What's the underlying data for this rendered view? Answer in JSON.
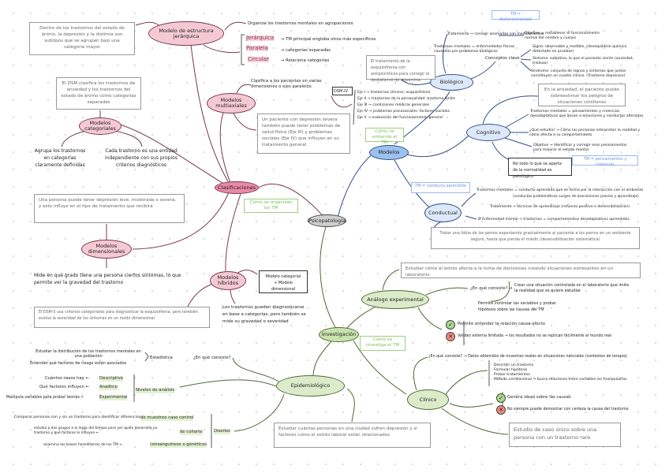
{
  "colors": {
    "classification": "#e98aa7",
    "models": "#9cc0ef",
    "research": "#c8e3ad",
    "root": "#cfcfcf"
  },
  "nodes": {
    "root": "Psicopatología",
    "clasificaciones": "Clasificaciones",
    "jerarquica": "Modelo de estructura jerárquica",
    "multiaxiales": "Modelos multiaxiales",
    "categoriales": "Modelos categoriales",
    "dimensionales": "Modelos dimensionales",
    "hibridos": "Modelos híbridos",
    "modelos": "Modelos",
    "biologico": "Biológico",
    "cognitivo": "Cognitivo",
    "conductual": "Conductual",
    "investigacion": "Investigación",
    "analogo": "Análogo experimental",
    "epidemiologico": "Epidemiológico",
    "clinico": "Clínico"
  },
  "tags": {
    "organizan": "Cómo se organizan los TM",
    "entiende": "Cómo se entiende el TM",
    "investiga": "Cómo se investiga el TM",
    "disfuncionalidad": "TM = disfuncionalidad",
    "pensamientos": "TM = pensamientos y creencias",
    "conducta": "TM = conducta aprendida"
  },
  "boxes": {
    "jerarquica_ej": "Dentro de los trastornos del estado de ánimo, la depresión y la distimia son subtipos que se agrupan bajo una categoría mayor",
    "categorial_ej": "El DSM clasifica los trastornos de ansiedad y los trastornos del estado de ánimo como categorías separadas",
    "dimensional_ej": "Una persona puede tener depresión leve, moderada o severa, y esto influye en el tipo de tratamiento que recibirá",
    "hibrido_ej": "El DSM-5 usa criterios categoriales para diagnosticar la esquizofrenia, pero también evalúa la severidad de los síntomas en un modo dimensional",
    "multiaxial_ej": "Un paciente con depresión severa también puede tener problemas de salud física (Eje III) y problemas sociales (Eje IV) que influyen en su tratamiento general",
    "biologico_ej": "El tratamiento de la esquizofrenia con antipsicóticos para corregir el desbalance de dopamina",
    "cognitivo_ej": "En la ansiedad, el paciente puede sobreestimar los peligros de situaciones cotidianas",
    "normalidad": "No todo lo que se aparta de la normalidad es patológico",
    "conductual_ej": "Tratar una fobia de los perros exponiendo gradualmente al paciente a los perros en un ambiente seguro, hasta que pierda el miedo (desensibilización sistemática)",
    "analogo_ej": "Estudiar cómo el estrés afecta a la toma de decisiones creando situaciones estresantes en un laboratorio",
    "epidemio_ej": "Estudiar cuántas personas en una ciudad sufren depresión y si factores como el estrés laboral están relacionados",
    "clinico_ej": "Estudio de caso único sobre una persona con un trastorno raro",
    "hibrido_def": "Modelo categorial + Modelo dimensional",
    "dsm": "DSM-IV"
  },
  "texts": {
    "organiza": "Organiza los trastornos mentales en agrupaciones",
    "jer_label": "Jerárquica",
    "jer_desc": "→ TM principal engloba otros más específicos",
    "par_label": "Paralela",
    "par_desc": "→ categorías separadas",
    "cir_label": "Circular",
    "cir_desc": "→ Relaciona categorías",
    "clasifica": "Clasifica a los pacientes en varias dimensiones o ejes paralelos",
    "ejes": [
      "Eje I → trastornos clínicos: esquizofrenia",
      "Eje II → trastornos de la personalidad: trastorno límite",
      "Eje III → condiciones médicas generales",
      "Eje IV → problemas psicosociales: factores sociales",
      "Eje V → evaluación del funcionamiento general"
    ],
    "agrupa": "Agrupa los trastornos en categorías claramente definidas",
    "cada": "Cada trastorno es una entidad independiente con sus propios criterios diagnósticos",
    "mide": "Mide en qué grado tiene una persona ciertos síntomas, lo que permite ver la gravedad del trastorno",
    "hib_desc": "Los trastornos pueden diagnosticarse en base a categorías, pero también se mide su gravedad o severidad",
    "bio_trat": "Tratamiento → corregir anomalías con medicamentos",
    "bio_obj": "Objetivo = restablecer el funcionamiento normal del cerebro y cuerpo",
    "bio_tm": "Trastornos mentales = enfermedades físicas causadas por problemas biológicos",
    "conceptos": "Conceptos clave",
    "signo": "Signo: observable y medible, (desequilibrio químico detectado en pruebas)",
    "sintoma": "Síntoma: subjetivo, lo que el paciente siente (ansiedad, tristeza)",
    "sindrome": "Síndrome: conjunto de signos y síntomas que juntos constituyen un cuadro clínico. (Trastorno depresivo)",
    "cog_tm": "Trastornos mentales = pensamientos y creencias desadaptativas que llevan a emociones y conductas alteradas",
    "cog_est": "¿Qué estudia? → Cómo las personas interpretan la realidad y cómo afecta a su comportamiento",
    "cog_obj": "Objetivo → Identificar y corregir esos pensamientos para mejorar el estado mental",
    "con_tm": "Trastornos mentales = conducta aprendida que se forma por la interacción con el ambiente",
    "con_sub": "(conductas problemáticas surgen de asociaciones previas y aprendizaje)",
    "con_trat": "Tratamiento → técnicas de aprendizaje (refuerzo positivo o desensibilización)",
    "con_enf": "Ø Enfermedad mental → trastornos = comportamientos desadaptativos aprendidos",
    "ana_q": "¿En qué consiste? →",
    "ana_a": "Crear una situación controlada en el laboratorio que imite la realidad que se quiere estudiar",
    "ana_p": "Permite controlar las variables y probar hipótesis sobre las causas del TM",
    "ana_pro": "Permite entender la relación causa-efecto",
    "ana_con": "Validez externa limitada → los resultados no se replican fácilmente al mundo real",
    "cli_q": "¿En qué consiste? → Datos obtenidos de muestras reales en situaciones naturales (contextos de terapia)",
    "cli_list": [
      "· Describir un trastorno",
      "· Formular hipótesis",
      "· Probar tratamientos",
      "· Método correlacional → busca relaciones entre variables sin manipularlas"
    ],
    "cli_pro": "Genera ideas sobre las causas",
    "cli_con": "No siempre puede demostrar con certeza la causa del trastorno",
    "epi_q": "¿En qué consiste?",
    "estadistica": "Estadística",
    "est1": "Estudiar la distribución de los trastornos mentales en una población",
    "est2": "Entender qué factores de riesgo están asociados",
    "niveles": "Niveles de análisis",
    "n1a": "Cuántos casos hay ←",
    "n1b": "Descriptivo",
    "n2a": "Qué factores influyen ←",
    "n2b": "Analítico",
    "n3a": "Manipula variables para probar teorías ←",
    "n3b": "Experimental",
    "disenos": "Diseños",
    "d1a": "Comparar personas con y sin un trastorno para identificar diferencias ←",
    "d1b": "de muestreo caso control",
    "d2a": "estudia a dos grupos a lo largo del tiempo para ver quién desarrolla un trastorno y qué factores lo influyen ←",
    "d2b": "de cohorte",
    "d3a": "examina las bases hereditarias de los TM ←",
    "d3b": "consanguíneos o genéticos"
  }
}
